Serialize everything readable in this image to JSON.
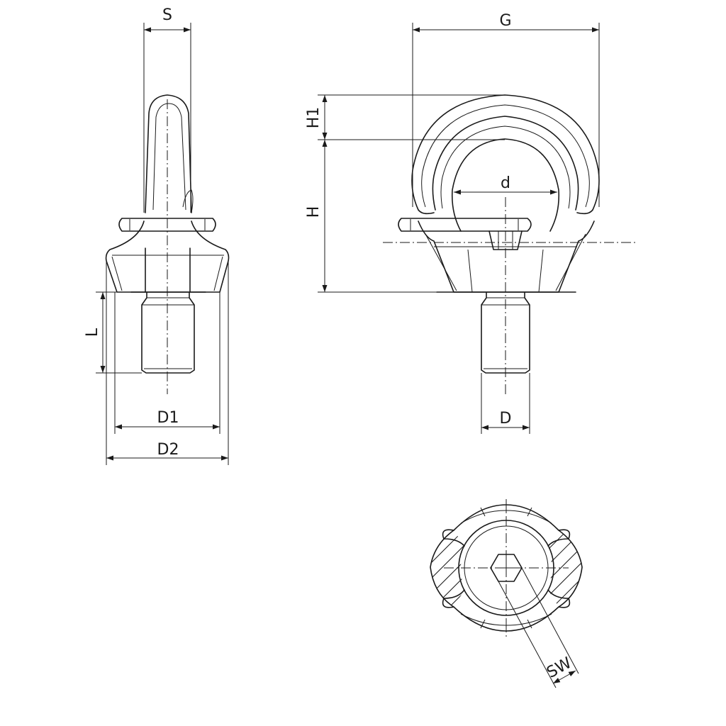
{
  "drawing": {
    "dimension_labels": {
      "S": "S",
      "G": "G",
      "H1": "H1",
      "H": "H",
      "d": "d",
      "L": "L",
      "D1": "D1",
      "D2": "D2",
      "D": "D",
      "SW": "SW"
    },
    "views": [
      "side-view",
      "front-view",
      "top-section-view"
    ]
  }
}
